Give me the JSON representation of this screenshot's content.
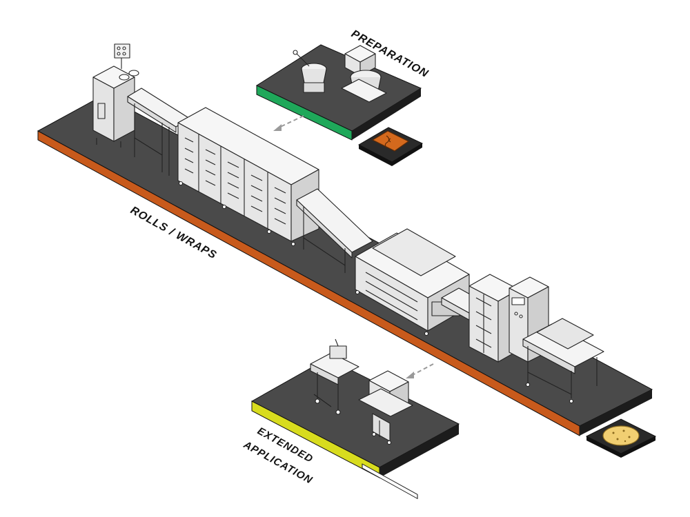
{
  "labels": {
    "preparation": "PREPARATION",
    "rolls_wraps": "ROLLS / WRAPS",
    "extended_line1": "EXTENDED",
    "extended_line2": "APPLICATION"
  },
  "colors": {
    "platform_top": "#4a4a4a",
    "platform_side_dark": "#1c1c1c",
    "rolls_accent": "#c85a1c",
    "rolls_accent_dark": "#9a4313",
    "prep_accent": "#1fa85a",
    "ext_accent": "#d8dc1e",
    "machine_fill": "#eeeeee",
    "machine_line": "#222222",
    "flour_bag": "#d4691d",
    "tortilla": "#f1cf72"
  },
  "icons": {
    "prep_icon": "flour-bag-icon",
    "output_icon": "tortilla-icon",
    "flow_arrow": "dashed-arrow-icon"
  }
}
